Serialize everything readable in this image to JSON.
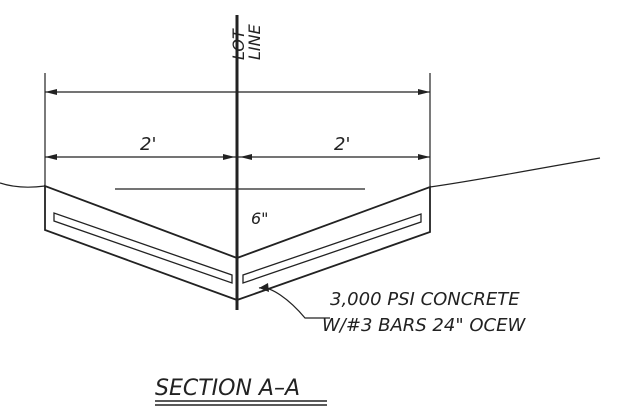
{
  "drawing": {
    "lot_line_label_1": "LOT",
    "lot_line_label_2": "LINE",
    "dim_left": "2'",
    "dim_right": "2'",
    "depth_label": "6\"",
    "note_line_1": "3,000 PSI CONCRETE",
    "note_line_2": "W/#3 BARS 24\" OCEW",
    "section_title": "SECTION A–A"
  },
  "colors": {
    "ink": "#222222",
    "paper": "#ffffff"
  }
}
